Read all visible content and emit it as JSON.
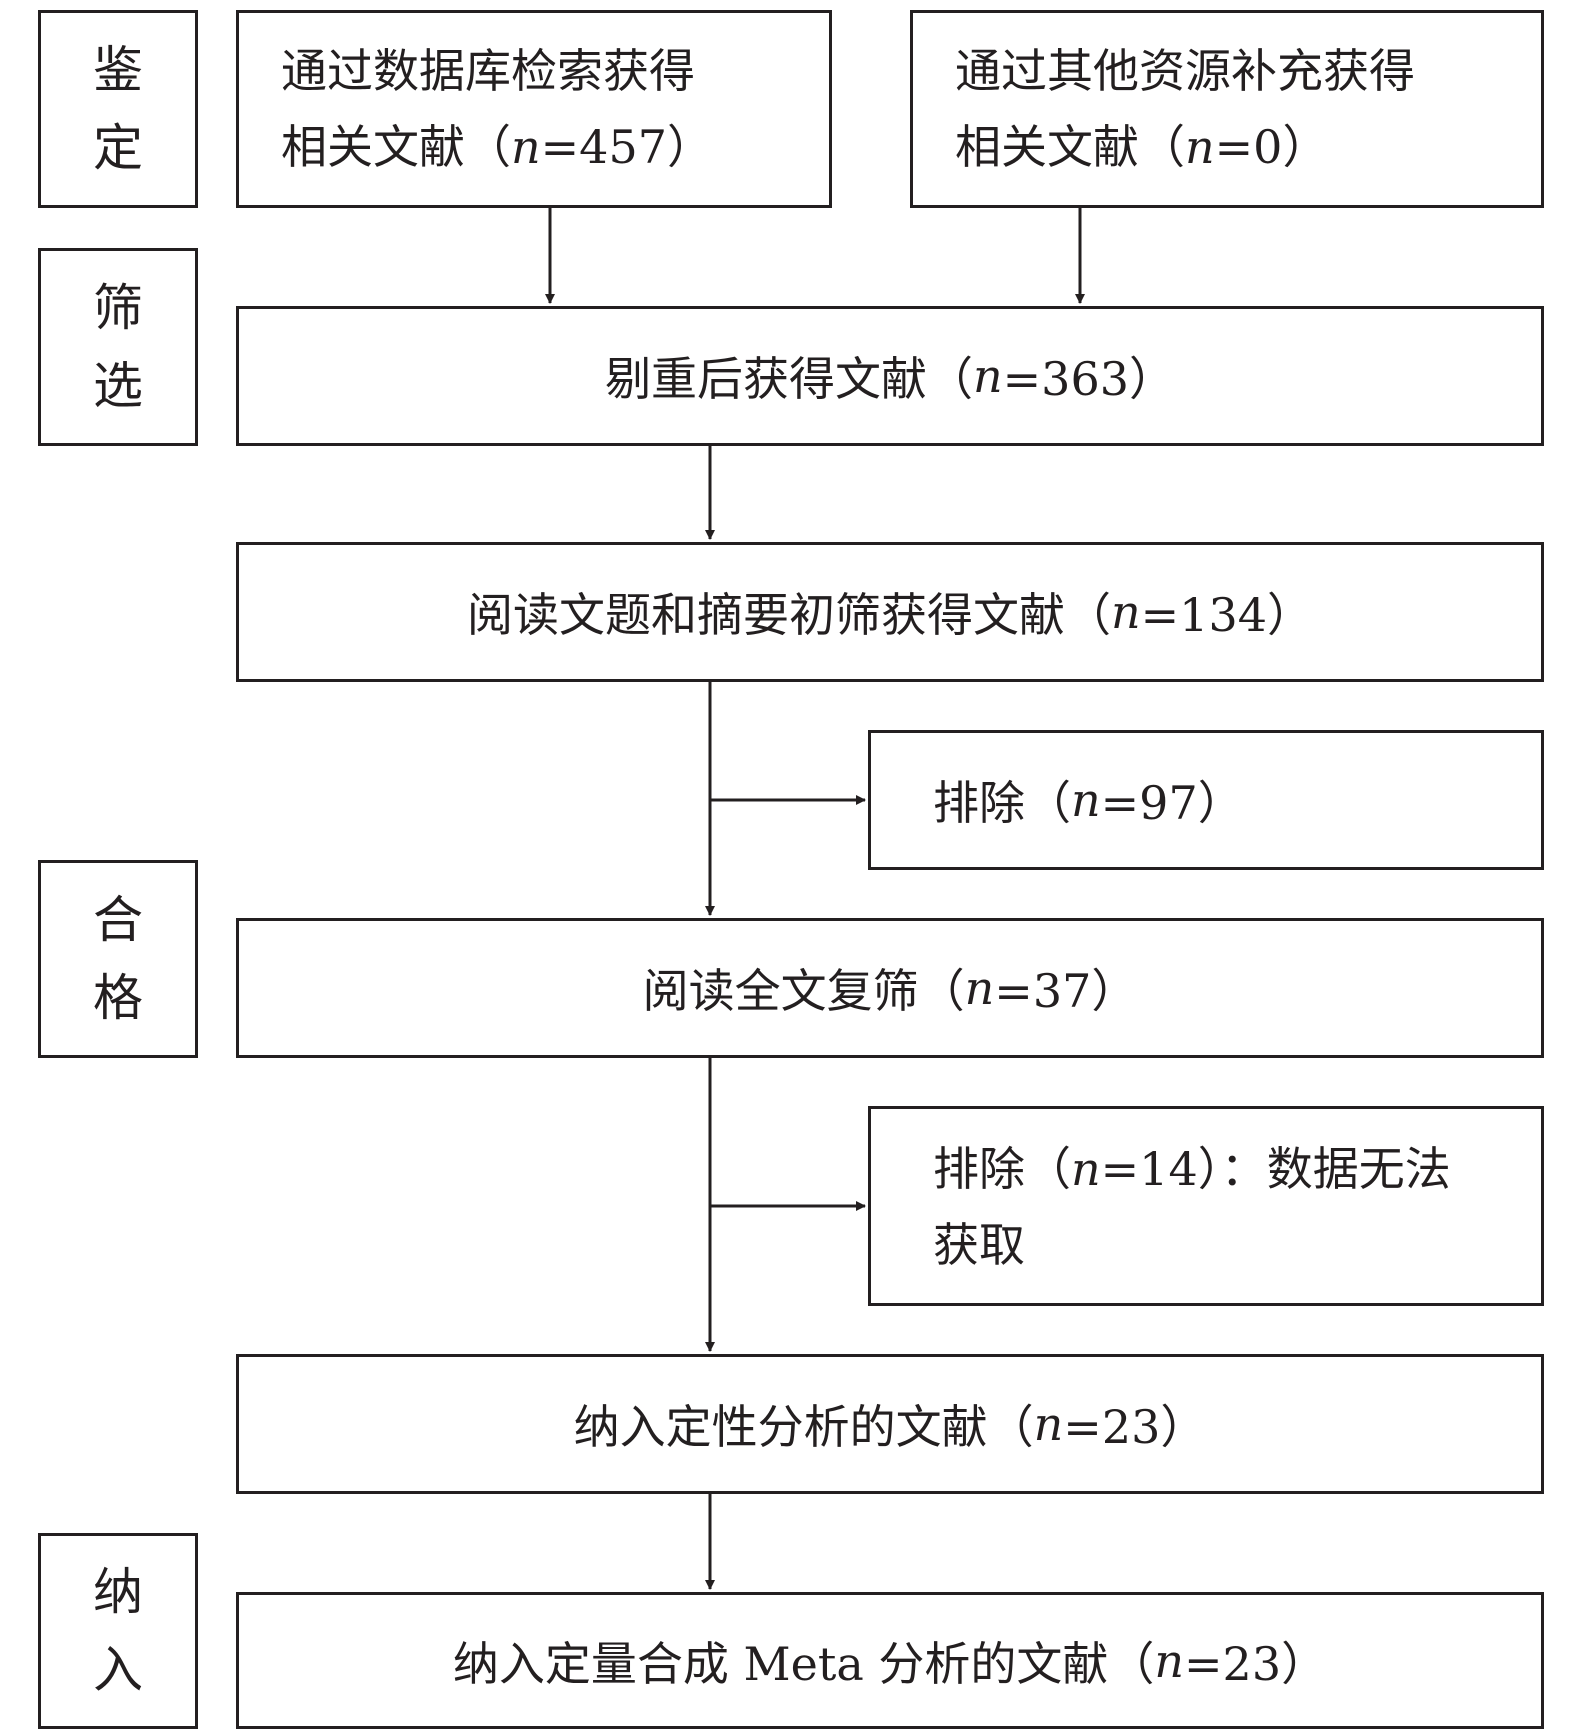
{
  "stages": {
    "identification": [
      "鉴",
      "定"
    ],
    "screening": [
      "筛",
      "选"
    ],
    "eligibility": [
      "合",
      "格"
    ],
    "included": [
      "纳",
      "入"
    ]
  },
  "boxes": {
    "database_search": {
      "line1": "通过数据库检索获得",
      "line2_prefix": "相关文献（",
      "n_symbol": "n",
      "line2_value": "=457）"
    },
    "other_sources": {
      "line1": "通过其他资源补充获得",
      "line2_prefix": "相关文献（",
      "n_symbol": "n",
      "line2_value": "=0）"
    },
    "after_dedup": {
      "prefix": "剔重后获得文献（",
      "n_symbol": "n",
      "value": "=363）"
    },
    "title_abstract_screen": {
      "prefix": "阅读文题和摘要初筛获得文献（",
      "n_symbol": "n",
      "value": "=134）"
    },
    "excluded_1": {
      "prefix": "排除（",
      "n_symbol": "n",
      "value": "=97）"
    },
    "fulltext_screen": {
      "prefix": "阅读全文复筛（",
      "n_symbol": "n",
      "value": "=37）"
    },
    "excluded_2": {
      "line1_prefix": "排除（",
      "n_symbol": "n",
      "line1_value": "=14）：数据无法",
      "line2": "获取"
    },
    "qualitative": {
      "prefix": "纳入定性分析的文献（",
      "n_symbol": "n",
      "value": "=23）"
    },
    "meta_analysis": {
      "prefix": "纳入定量合成 Meta 分析的文献（",
      "n_symbol": "n",
      "value": "=23）"
    }
  }
}
